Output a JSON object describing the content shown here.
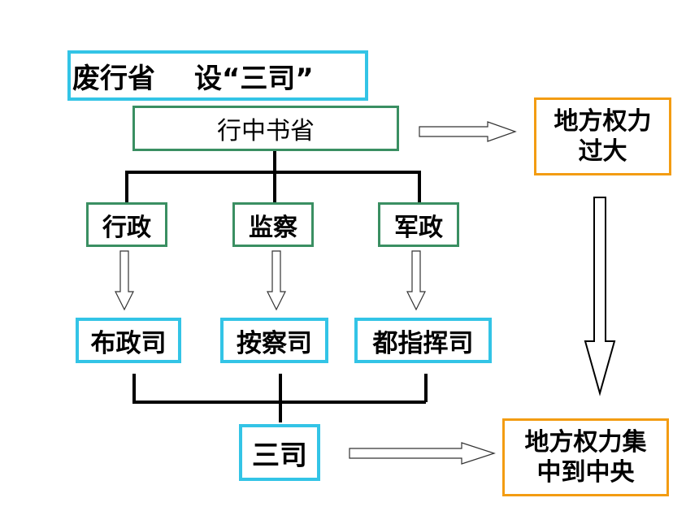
{
  "title": {
    "left": "废行省",
    "right": "设“三司”"
  },
  "top_node": "行中书省",
  "level1": [
    "行政",
    "监察",
    "军政"
  ],
  "level2": [
    "布政司",
    "按察司",
    "都指挥司"
  ],
  "bottom_node": "三司",
  "outcome_before": "地方权力\n过大",
  "outcome_after": "地方权力集\n中到中央",
  "colors": {
    "cyan": "#33c4e6",
    "green": "#3a8f62",
    "orange": "#f39c12",
    "line": "#000000"
  }
}
